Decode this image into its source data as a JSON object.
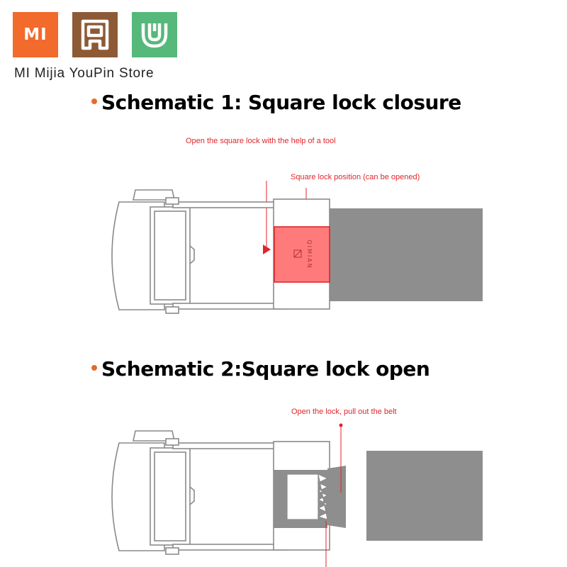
{
  "brand": {
    "mi_logo_text": "MI",
    "store_name": "MI Mijia YouPin Store",
    "colors": {
      "mi": "#f26a2c",
      "youpin": "#8c5a35",
      "mijia": "#56b87a"
    },
    "icons": [
      "mi-logo-icon",
      "youpin-logo-icon",
      "mijia-logo-icon"
    ]
  },
  "schematic1": {
    "title": "Schematic 1: Square lock closure",
    "callout_tool": "Open the square lock with the help of a tool",
    "callout_position": "Square lock position (can be opened)",
    "lock_brand_text": "QIMIAN"
  },
  "schematic2": {
    "title": "Schematic 2:Square lock open",
    "callout_pull": "Open the lock, pull out the belt"
  },
  "colors": {
    "accent": "#e0262b",
    "bullet": "#e66a2c",
    "lock_highlight": "#ff7b7b",
    "belt": "#8e8e8e",
    "outline": "#8a8a8a"
  }
}
